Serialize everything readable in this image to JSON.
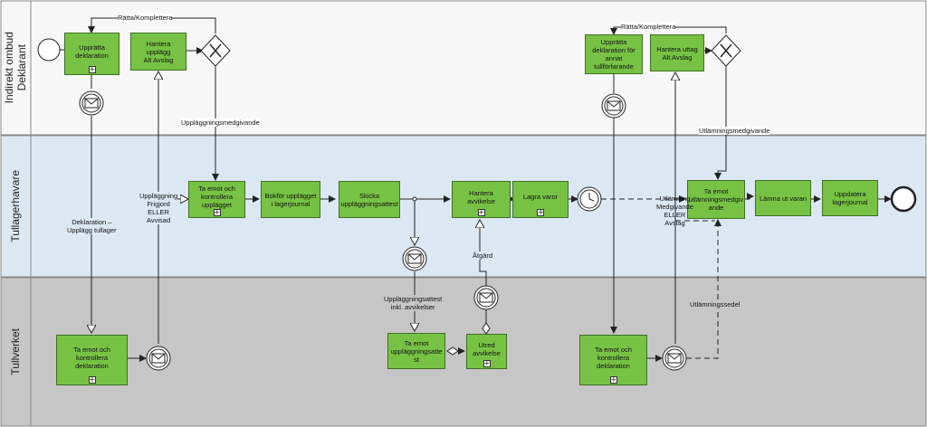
{
  "lanes": [
    {
      "id": "ombud",
      "label": "Indirekt ombud\nDeklarant"
    },
    {
      "id": "lager",
      "label": "Tullagerhavare"
    },
    {
      "id": "tull",
      "label": "Tullverket"
    }
  ],
  "tasks": {
    "uppratta_deklaration": "Upprätta\ndeklaration",
    "hantera_upplagg": "Hantera upplägg\nAlt Avslag",
    "uppratta_deklaration_annat": "Upprätta\ndeklaration för\nannat\ntullförfarande",
    "hantera_uttag": "Hantera uttag\nAlt Avslag",
    "ta_emot_kontrollera_upplagget": "Ta emot och\nkontrollera\nupplägget",
    "bokfor_upplagget": "Bokför upplägget\ni lagerjournal",
    "skicka_upplaggningsattest": "Skicka\nuppläggningsattest",
    "hantera_avvikelse": "Hantera avvikelse",
    "lagra_varor": "Lagra varor",
    "ta_emot_utlamningsmedgivande": "Ta emot\nutlämningsmedgiv\nande",
    "lamna_ut_varan": "Lämna ut varan",
    "uppdatera_lagerjournal": "Uppdatera\nlagerjournal",
    "ta_emot_kontrollera_deklaration_1": "Ta emot och\nkontrollera deklaration",
    "ta_emot_upplaggningsattest": "Ta emot\nuppläggningsatte\nst",
    "utred_avvikelse": "Utred\navvikelse",
    "ta_emot_kontrollera_deklaration_2": "Ta emot och\nkontrollera deklaration"
  },
  "labels": {
    "ratta_1": "Rätta/Komplettera",
    "ratta_2": "Rätta/Komplettera",
    "upplaggningsmedgivande": "Uppläggningsmedgivande",
    "utlamningsmedgivande": "Utlämningsmedgivande",
    "deklaration_upplagg": "Deklaration –\nUpplägg tullager",
    "upplaggning_frigord": "Uppläggning\nFrigjord\nELLER\nAvvisad",
    "upplaggningsattest_avvikelser": "Uppläggningsattest\ninkl. avvikelser",
    "atgard": "Åtgärd",
    "utlamning_medgivande_avslag": "Utlämning\nMedgivande\nELLER\nAvslag",
    "utlamningssedel": "Utlämningssedel"
  },
  "colors": {
    "lane_top": "#f7f7f7",
    "lane_middle": "#dbe8f4",
    "lane_bottom": "#c6c6c6",
    "task_fill": "#77c244"
  }
}
